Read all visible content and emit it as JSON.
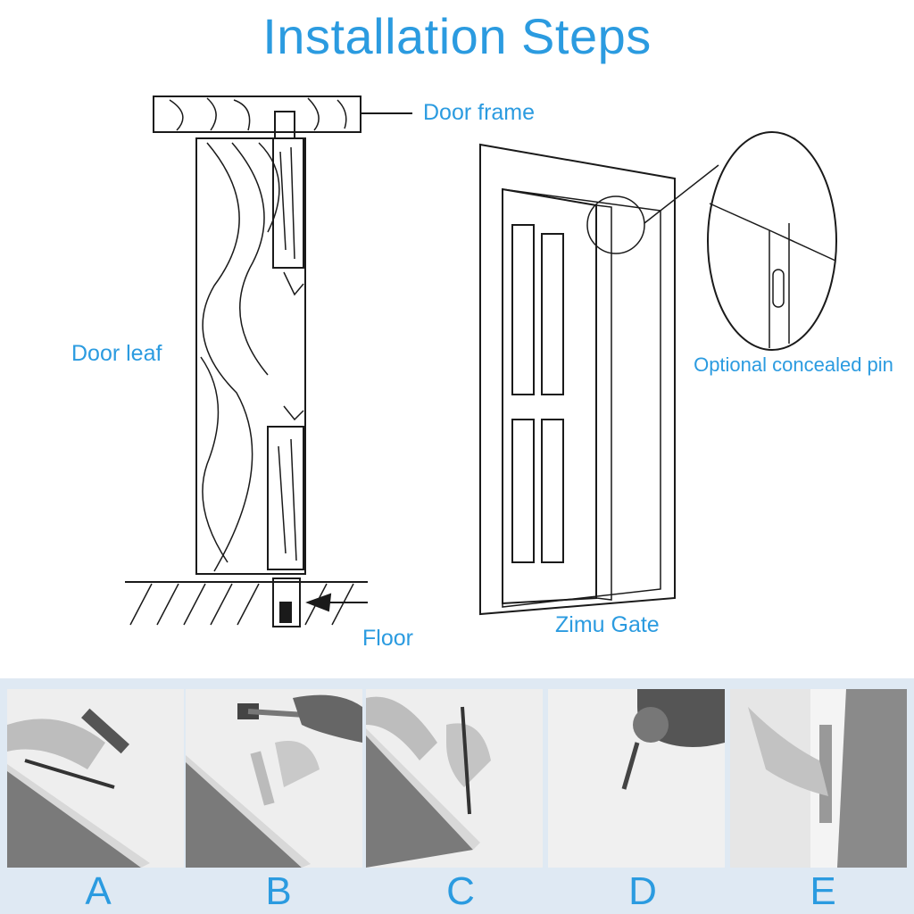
{
  "title": "Installation Steps",
  "labels": {
    "door_frame": "Door frame",
    "door_leaf": "Door leaf",
    "floor": "Floor",
    "zimu_gate": "Zimu Gate",
    "concealed_pin": "Optional concealed pin"
  },
  "steps": [
    "A",
    "B",
    "C",
    "D",
    "E"
  ],
  "colors": {
    "accent": "#2b9be0",
    "band": "#dfe9f3",
    "line": "#1a1a1a"
  }
}
